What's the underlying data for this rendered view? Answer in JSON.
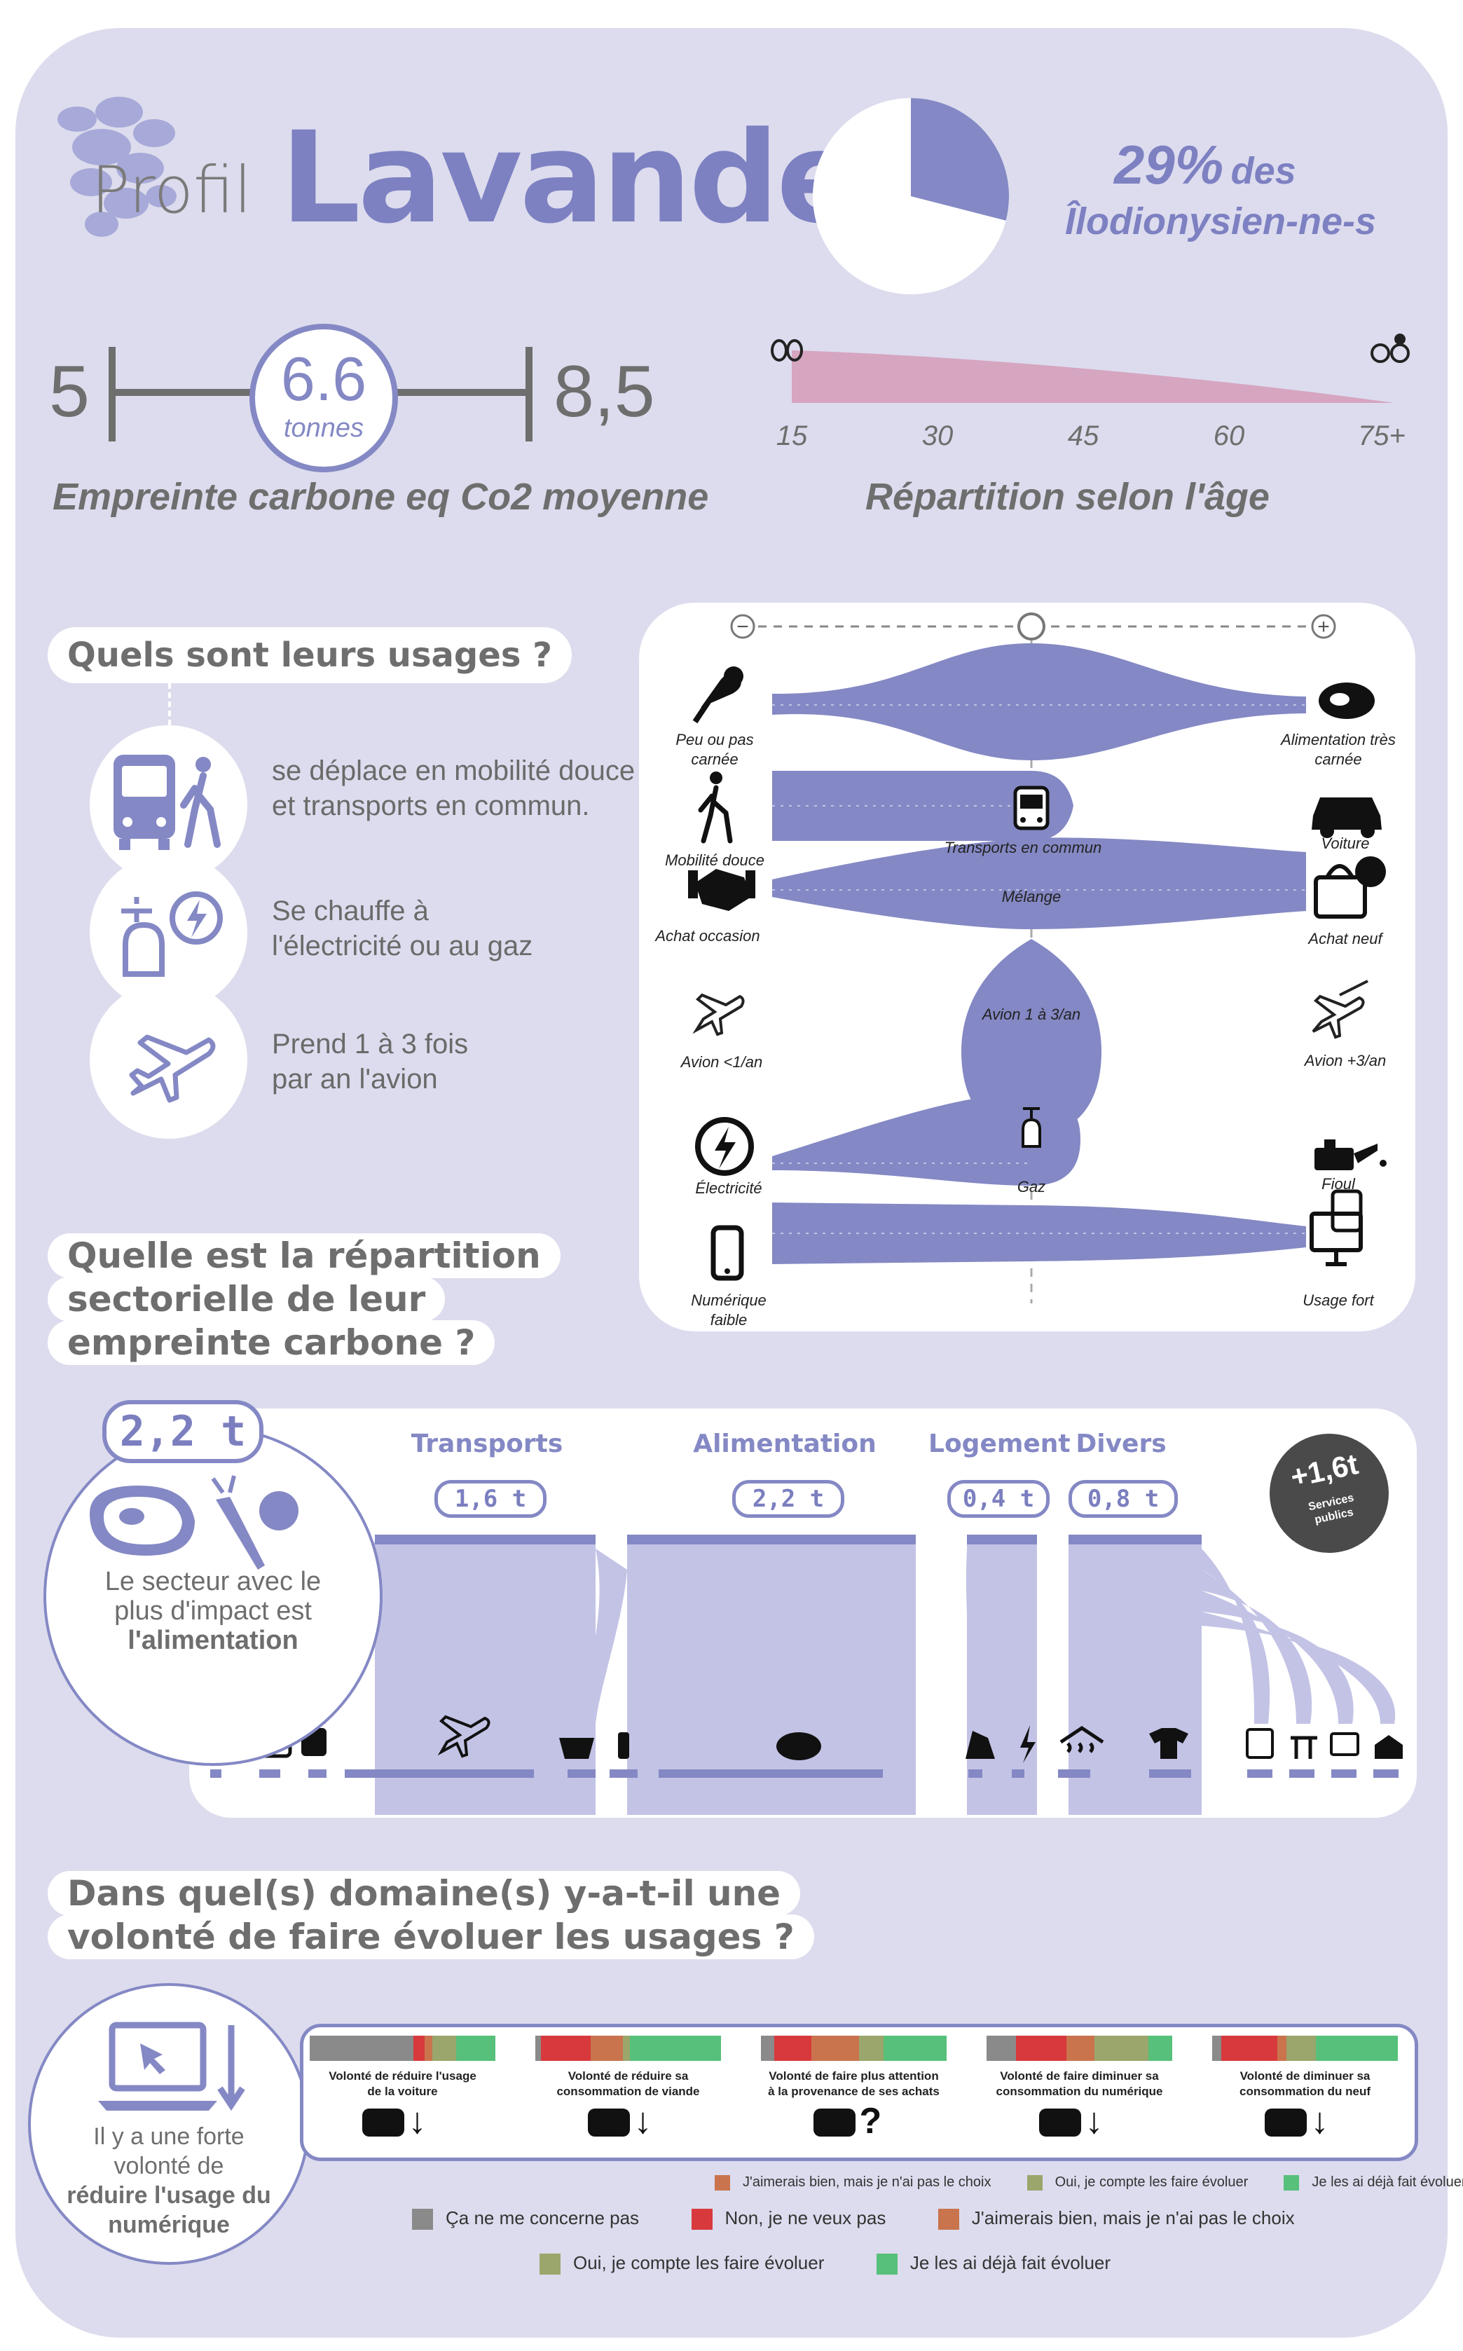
{
  "header": {
    "profile_word": "Profil",
    "profile_name": "Lavande",
    "share_percent": "29%",
    "share_suffix": "des",
    "share_population": "Îlodionysien-ne-s",
    "share_value": 0.29
  },
  "footprint": {
    "min_label": "5",
    "value": "6.6",
    "unit": "tonnes",
    "max_label": "8,5",
    "caption": "Empreinte carbone eq Co2 moyenne"
  },
  "age": {
    "ticks": [
      "15",
      "30",
      "45",
      "60",
      "75+"
    ],
    "caption": "Répartition selon l'âge"
  },
  "usages": {
    "title": "Quels sont leurs usages ?",
    "items": [
      {
        "text_line1": "se déplace en mobilité douce",
        "text_line2": "et transports en commun.",
        "icon": "bus-walking-icon"
      },
      {
        "text_line1": "Se chauffe à",
        "text_line2": "l'électricité ou au gaz",
        "icon": "gas-electricity-icon"
      },
      {
        "text_line1": "Prend 1 à 3 fois",
        "text_line2": "par an l'avion",
        "icon": "airplane-icon"
      }
    ]
  },
  "spectrum": {
    "minus": "−",
    "plus": "+",
    "rows": [
      {
        "left": "Peu ou pas carnée",
        "right": "Alimentation très carnée",
        "mid": ""
      },
      {
        "left": "Mobilité douce",
        "right": "Voiture",
        "mid": "Transports en commun"
      },
      {
        "left": "Achat occasion",
        "right": "Achat neuf",
        "mid": "Mélange"
      },
      {
        "left": "Avion <1/an",
        "right": "Avion +3/an",
        "mid": "Avion 1 à 3/an"
      },
      {
        "left": "Électricité",
        "right": "Fioul",
        "mid": "Gaz"
      },
      {
        "left": "Numérique faible",
        "right": "Usage fort",
        "mid": ""
      }
    ]
  },
  "sector": {
    "title_line1": "Quelle est la répartition",
    "title_line2": "sectorielle de leur",
    "title_line3": "empreinte carbone ?",
    "highlight_value": "2,2 t",
    "highlight_text_line1": "Le secteur avec le",
    "highlight_text_line2": "plus d'impact est",
    "highlight_text_line3": "l'alimentation",
    "categories": [
      {
        "name": "Transports",
        "value": "1,6 t"
      },
      {
        "name": "Alimentation",
        "value": "2,2 t"
      },
      {
        "name": "Logement",
        "value": "0,4 t"
      },
      {
        "name": "Divers",
        "value": "0,8 t"
      }
    ],
    "badge_value": "+1,6t",
    "badge_label_line1": "Services",
    "badge_label_line2": "publics"
  },
  "willingness": {
    "title_line1": "Dans quel(s) domaine(s) y-a-t-il une",
    "title_line2": "volonté de faire évoluer les usages ?",
    "callout_line1": "Il y a une forte",
    "callout_line2": "volonté de",
    "callout_line3": "réduire l'usage du",
    "callout_line4": "numérique",
    "bars": [
      {
        "label_line1": "Volonté de réduire l'usage",
        "label_line2": "de la voiture",
        "symbol": "↓",
        "icon": "car-icon",
        "shares": [
          0.56,
          0.06,
          0.04,
          0.13,
          0.21
        ]
      },
      {
        "label_line1": "Volonté de réduire sa",
        "label_line2": "consommation de viande",
        "symbol": "↓",
        "icon": "meat-icon",
        "shares": [
          0.03,
          0.27,
          0.17,
          0.04,
          0.49
        ]
      },
      {
        "label_line1": "Volonté de faire plus attention",
        "label_line2": "à la provenance de ses achats",
        "symbol": "?",
        "icon": "shopping-bag-icon",
        "shares": [
          0.07,
          0.2,
          0.26,
          0.13,
          0.34
        ]
      },
      {
        "label_line1": "Volonté de faire diminuer sa",
        "label_line2": "consommation du numérique",
        "symbol": "↓",
        "icon": "computer-icon",
        "shares": [
          0.16,
          0.27,
          0.15,
          0.29,
          0.13
        ]
      },
      {
        "label_line1": "Volonté de diminuer sa",
        "label_line2": "consommation du neuf",
        "symbol": "↓",
        "icon": "new-item-icon",
        "shares": [
          0.05,
          0.3,
          0.05,
          0.16,
          0.44
        ]
      }
    ],
    "legend": [
      {
        "label": "Ça ne me concerne pas",
        "color": "#8a8a8a"
      },
      {
        "label": "Non, je ne veux pas",
        "color": "#d8393c"
      },
      {
        "label": "J'aimerais bien, mais je n'ai pas le choix",
        "color": "#c9744d"
      },
      {
        "label": "Oui, je compte les faire évoluer",
        "color": "#9aa66b"
      },
      {
        "label": "Je les ai déjà fait évoluer",
        "color": "#57c07a"
      }
    ]
  },
  "colors": {
    "accent": "#8488c4",
    "accent_light": "#c3c3e6",
    "panel": "#dcdcee",
    "age_fill": "#d6a5c0",
    "text_grey": "#6e6e6e"
  }
}
